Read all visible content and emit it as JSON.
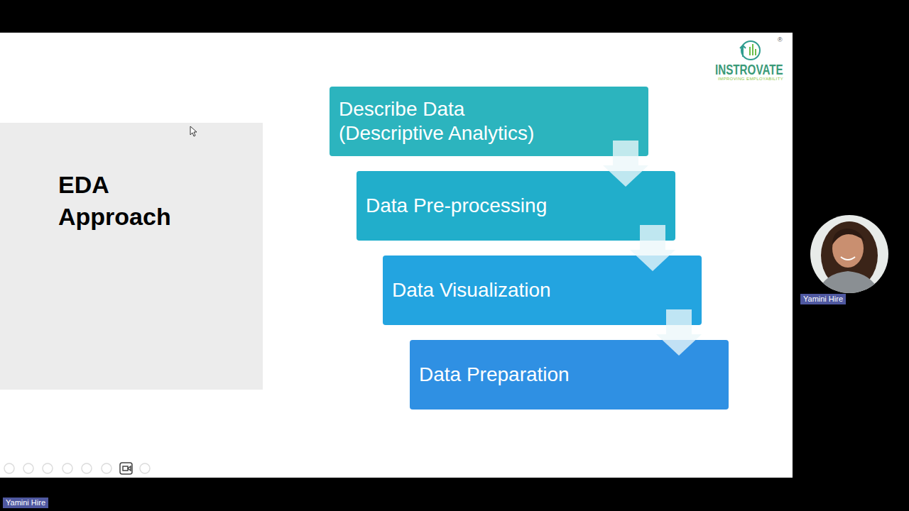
{
  "diagram": {
    "title": "EDA Approach",
    "nodes": [
      {
        "text": [
          "Describe Data (Descriptive Analytics)"
        ]
      },
      {
        "text": [
          "Data Pre-processing"
        ]
      },
      {
        "text": [
          "Data Visualization"
        ]
      },
      {
        "text": [
          "Data Preparation"
        ]
      }
    ],
    "edges": [
      {
        "from": 0,
        "to": 1,
        "arrow": "to"
      },
      {
        "from": 1,
        "to": 2,
        "arrow": "to"
      },
      {
        "from": 2,
        "to": 3,
        "arrow": "to"
      }
    ],
    "labels": [
      "®",
      "INSTROVATE",
      "IMPROVING EMPLOYABILITY",
      "Yamini Hire",
      "Yamini Hire"
    ]
  }
}
